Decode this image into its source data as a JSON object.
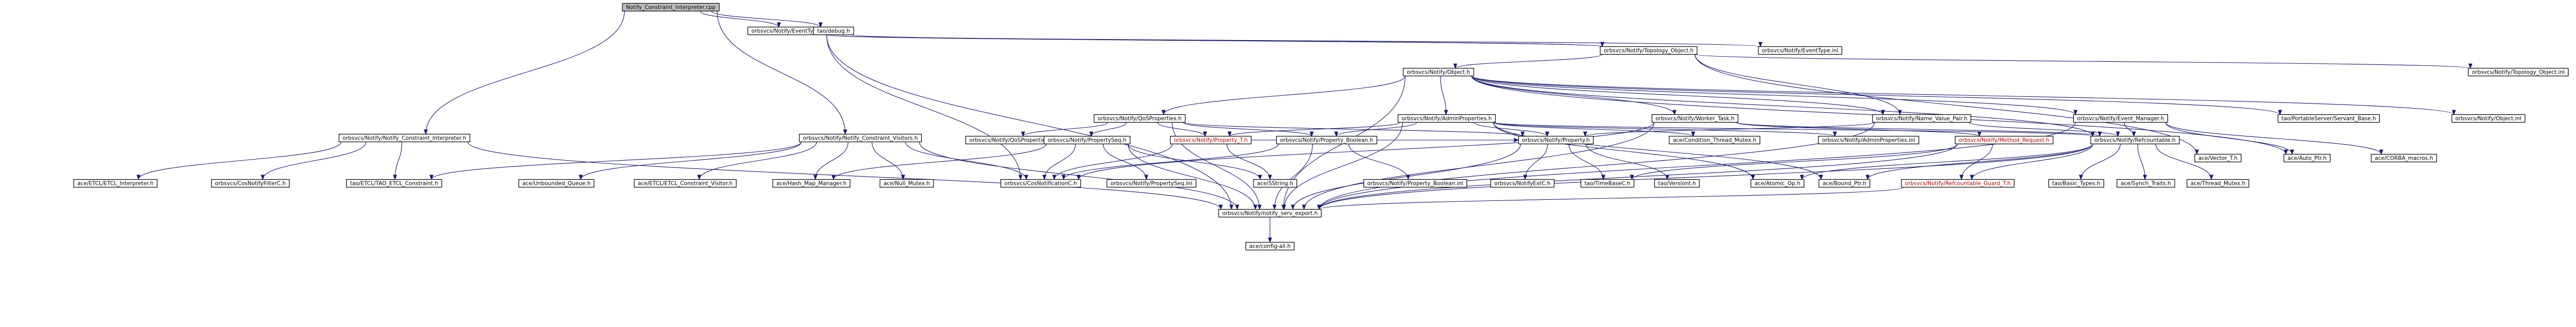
{
  "diagram": {
    "root": "n_root",
    "nodes": [
      {
        "id": "n_root",
        "label": "Notify_Constraint_Interpreter.cpp",
        "kind": "root"
      },
      {
        "id": "n_evtype_h",
        "label": "orbsvcs/Notify/EventType.h",
        "kind": "link"
      },
      {
        "id": "n_debug_h",
        "label": "tao/debug.h",
        "kind": "plain"
      },
      {
        "id": "n_topo_h",
        "label": "orbsvcs/Notify/Topology_Object.h",
        "kind": "link"
      },
      {
        "id": "n_evtype_inl",
        "label": "orbsvcs/Notify/EventType.inl",
        "kind": "link"
      },
      {
        "id": "n_object_h",
        "label": "orbsvcs/Notify/Object.h",
        "kind": "link"
      },
      {
        "id": "n_topo_inl",
        "label": "orbsvcs/Notify/Topology_Object.inl",
        "kind": "link"
      },
      {
        "id": "n_interp_h",
        "label": "orbsvcs/Notify/Notify_Constraint_Interpreter.h",
        "kind": "link"
      },
      {
        "id": "n_visitors_h",
        "label": "orbsvcs/Notify/Notify_Constraint_Visitors.h",
        "kind": "link"
      },
      {
        "id": "n_qos_h",
        "label": "orbsvcs/Notify/QoSProperties.h",
        "kind": "link"
      },
      {
        "id": "n_admin_h",
        "label": "orbsvcs/Notify/AdminProperties.h",
        "kind": "link"
      },
      {
        "id": "n_worker_h",
        "label": "orbsvcs/Notify/Worker_Task.h",
        "kind": "link"
      },
      {
        "id": "n_nvp_h",
        "label": "orbsvcs/Notify/Name_Value_Pair.h",
        "kind": "link"
      },
      {
        "id": "n_evmgr_h",
        "label": "orbsvcs/Notify/Event_Manager.h",
        "kind": "link"
      },
      {
        "id": "n_pss_h",
        "label": "tao/PortableServer/Servant_Base.h",
        "kind": "plain"
      },
      {
        "id": "n_object_inl",
        "label": "orbsvcs/Notify/Object.inl",
        "kind": "link"
      },
      {
        "id": "n_qos_inl",
        "label": "orbsvcs/Notify/QoSProperties.inl",
        "kind": "link"
      },
      {
        "id": "n_propseq_h",
        "label": "orbsvcs/Notify/PropertySeq.h",
        "kind": "link"
      },
      {
        "id": "n_propt_h",
        "label": "orbsvcs/Notify/Property_T.h",
        "kind": "red"
      },
      {
        "id": "n_propbool_h",
        "label": "orbsvcs/Notify/Property_Boolean.h",
        "kind": "link"
      },
      {
        "id": "n_prop_h",
        "label": "orbsvcs/Notify/Property.h",
        "kind": "link"
      },
      {
        "id": "n_condmutex_h",
        "label": "ace/Condition_Thread_Mutex.h",
        "kind": "plain"
      },
      {
        "id": "n_admin_inl",
        "label": "orbsvcs/Notify/AdminProperties.inl",
        "kind": "link"
      },
      {
        "id": "n_methreq_h",
        "label": "orbsvcs/Notify/Method_Request.h",
        "kind": "red"
      },
      {
        "id": "n_refcount_h",
        "label": "orbsvcs/Notify/Refcountable.h",
        "kind": "link"
      },
      {
        "id": "n_vector_h",
        "label": "ace/Vector_T.h",
        "kind": "plain"
      },
      {
        "id": "n_autoptr_h",
        "label": "ace/Auto_Ptr.h",
        "kind": "plain"
      },
      {
        "id": "n_corbamacro_h",
        "label": "ace/CORBA_macros.h",
        "kind": "plain"
      },
      {
        "id": "n_etcl_interp_h",
        "label": "ace/ETCL/ETCL_Interpreter.h",
        "kind": "plain"
      },
      {
        "id": "n_cosfilter_h",
        "label": "orbsvcs/CosNotifyFilterC.h",
        "kind": "plain"
      },
      {
        "id": "n_taoetcl_h",
        "label": "tao/ETCL/TAO_ETCL_Constraint.h",
        "kind": "plain"
      },
      {
        "id": "n_unbq_h",
        "label": "ace/Unbounded_Queue.h",
        "kind": "plain"
      },
      {
        "id": "n_etclvis_h",
        "label": "ace/ETCL/ETCL_Constraint_Visitor.h",
        "kind": "plain"
      },
      {
        "id": "n_hashmap_h",
        "label": "ace/Hash_Map_Manager.h",
        "kind": "plain"
      },
      {
        "id": "n_nullmutex_h",
        "label": "ace/Null_Mutex.h",
        "kind": "plain"
      },
      {
        "id": "n_cosnotc_h",
        "label": "orbsvcs/CosNotificationC.h",
        "kind": "plain"
      },
      {
        "id": "n_propseq_inl",
        "label": "orbsvcs/Notify/PropertySeq.inl",
        "kind": "link"
      },
      {
        "id": "n_sstring_h",
        "label": "ace/SString.h",
        "kind": "plain"
      },
      {
        "id": "n_propbool_inl",
        "label": "orbsvcs/Notify/Property_Boolean.inl",
        "kind": "link"
      },
      {
        "id": "n_notifyextc_h",
        "label": "orbsvcs/NotifyExtC.h",
        "kind": "plain"
      },
      {
        "id": "n_timebase_h",
        "label": "tao/TimeBaseC.h",
        "kind": "plain"
      },
      {
        "id": "n_versiont_h",
        "label": "tao/Versiont.h",
        "kind": "plain"
      },
      {
        "id": "n_atomic_h",
        "label": "ace/Atomic_Op.h",
        "kind": "plain"
      },
      {
        "id": "n_boundptr_h",
        "label": "ace/Bound_Ptr.h",
        "kind": "plain"
      },
      {
        "id": "n_refguard_h",
        "label": "orbsvcs/Notify/Refcountable_Guard_T.h",
        "kind": "red"
      },
      {
        "id": "n_basictypes_h",
        "label": "tao/Basic_Types.h",
        "kind": "plain"
      },
      {
        "id": "n_synchtraits_h",
        "label": "ace/Synch_Traits.h",
        "kind": "plain"
      },
      {
        "id": "n_threadmutex_h",
        "label": "ace/Thread_Mutex.h",
        "kind": "plain"
      },
      {
        "id": "n_export_h",
        "label": "orbsvcs/Notify/notify_serv_export.h",
        "kind": "link"
      },
      {
        "id": "n_configall_h",
        "label": "ace/config-all.h",
        "kind": "plain"
      }
    ],
    "edges": [
      [
        "n_root",
        "n_evtype_h"
      ],
      [
        "n_root",
        "n_debug_h"
      ],
      [
        "n_root",
        "n_interp_h"
      ],
      [
        "n_root",
        "n_visitors_h"
      ],
      [
        "n_evtype_h",
        "n_topo_h"
      ],
      [
        "n_evtype_h",
        "n_evtype_inl"
      ],
      [
        "n_evtype_h",
        "n_cosnotc_h"
      ],
      [
        "n_evtype_h",
        "n_export_h"
      ],
      [
        "n_debug_h",
        "n_topo_h"
      ],
      [
        "n_topo_h",
        "n_object_h"
      ],
      [
        "n_topo_h",
        "n_topo_inl"
      ],
      [
        "n_topo_h",
        "n_nvp_h"
      ],
      [
        "n_topo_h",
        "n_vector_h"
      ],
      [
        "n_object_h",
        "n_qos_h"
      ],
      [
        "n_object_h",
        "n_admin_h"
      ],
      [
        "n_object_h",
        "n_worker_h"
      ],
      [
        "n_object_h",
        "n_nvp_h"
      ],
      [
        "n_object_h",
        "n_evmgr_h"
      ],
      [
        "n_object_h",
        "n_pss_h"
      ],
      [
        "n_object_h",
        "n_object_inl"
      ],
      [
        "n_object_h",
        "n_refcount_h"
      ],
      [
        "n_object_h",
        "n_export_h"
      ],
      [
        "n_object_h",
        "n_autoptr_h"
      ],
      [
        "n_interp_h",
        "n_etcl_interp_h"
      ],
      [
        "n_interp_h",
        "n_cosfilter_h"
      ],
      [
        "n_interp_h",
        "n_taoetcl_h"
      ],
      [
        "n_interp_h",
        "n_export_h"
      ],
      [
        "n_visitors_h",
        "n_unbq_h"
      ],
      [
        "n_visitors_h",
        "n_etclvis_h"
      ],
      [
        "n_visitors_h",
        "n_hashmap_h"
      ],
      [
        "n_visitors_h",
        "n_nullmutex_h"
      ],
      [
        "n_visitors_h",
        "n_cosnotc_h"
      ],
      [
        "n_visitors_h",
        "n_taoetcl_h"
      ],
      [
        "n_visitors_h",
        "n_export_h"
      ],
      [
        "n_qos_h",
        "n_qos_inl"
      ],
      [
        "n_qos_h",
        "n_propseq_h"
      ],
      [
        "n_qos_h",
        "n_propt_h"
      ],
      [
        "n_qos_h",
        "n_propbool_h"
      ],
      [
        "n_qos_h",
        "n_prop_h"
      ],
      [
        "n_qos_h",
        "n_export_h"
      ],
      [
        "n_admin_h",
        "n_propt_h"
      ],
      [
        "n_admin_h",
        "n_propbool_h"
      ],
      [
        "n_admin_h",
        "n_prop_h"
      ],
      [
        "n_admin_h",
        "n_condmutex_h"
      ],
      [
        "n_admin_h",
        "n_admin_inl"
      ],
      [
        "n_admin_h",
        "n_refcount_h"
      ],
      [
        "n_admin_h",
        "n_atomic_h"
      ],
      [
        "n_admin_h",
        "n_boundptr_h"
      ],
      [
        "n_admin_h",
        "n_export_h"
      ],
      [
        "n_worker_h",
        "n_methreq_h"
      ],
      [
        "n_worker_h",
        "n_refcount_h"
      ],
      [
        "n_worker_h",
        "n_cosnotc_h"
      ],
      [
        "n_worker_h",
        "n_export_h"
      ],
      [
        "n_nvp_h",
        "n_prop_h"
      ],
      [
        "n_nvp_h",
        "n_refcount_h"
      ],
      [
        "n_nvp_h",
        "n_export_h"
      ],
      [
        "n_evmgr_h",
        "n_refcount_h"
      ],
      [
        "n_evmgr_h",
        "n_autoptr_h"
      ],
      [
        "n_evmgr_h",
        "n_corbamacro_h"
      ],
      [
        "n_evmgr_h",
        "n_export_h"
      ],
      [
        "n_propseq_h",
        "n_propseq_inl"
      ],
      [
        "n_propseq_h",
        "n_hashmap_h"
      ],
      [
        "n_propseq_h",
        "n_sstring_h"
      ],
      [
        "n_propseq_h",
        "n_cosnotc_h"
      ],
      [
        "n_propseq_h",
        "n_export_h"
      ],
      [
        "n_propt_h",
        "n_prop_h"
      ],
      [
        "n_propt_h",
        "n_sstring_h"
      ],
      [
        "n_propt_h",
        "n_cosnotc_h"
      ],
      [
        "n_propbool_h",
        "n_propbool_inl"
      ],
      [
        "n_propbool_h",
        "n_prop_h"
      ],
      [
        "n_propbool_h",
        "n_cosnotc_h"
      ],
      [
        "n_propbool_h",
        "n_export_h"
      ],
      [
        "n_prop_h",
        "n_notifyextc_h"
      ],
      [
        "n_prop_h",
        "n_timebase_h"
      ],
      [
        "n_prop_h",
        "n_versiont_h"
      ],
      [
        "n_prop_h",
        "n_export_h"
      ],
      [
        "n_methreq_h",
        "n_refguard_h"
      ],
      [
        "n_methreq_h",
        "n_export_h"
      ],
      [
        "n_methreq_h",
        "n_timebase_h"
      ],
      [
        "n_refcount_h",
        "n_atomic_h"
      ],
      [
        "n_refcount_h",
        "n_boundptr_h"
      ],
      [
        "n_refcount_h",
        "n_refguard_h"
      ],
      [
        "n_refcount_h",
        "n_basictypes_h"
      ],
      [
        "n_refcount_h",
        "n_synchtraits_h"
      ],
      [
        "n_refcount_h",
        "n_threadmutex_h"
      ],
      [
        "n_refcount_h",
        "n_export_h"
      ],
      [
        "n_refguard_h",
        "n_export_h"
      ],
      [
        "n_export_h",
        "n_configall_h"
      ]
    ]
  }
}
